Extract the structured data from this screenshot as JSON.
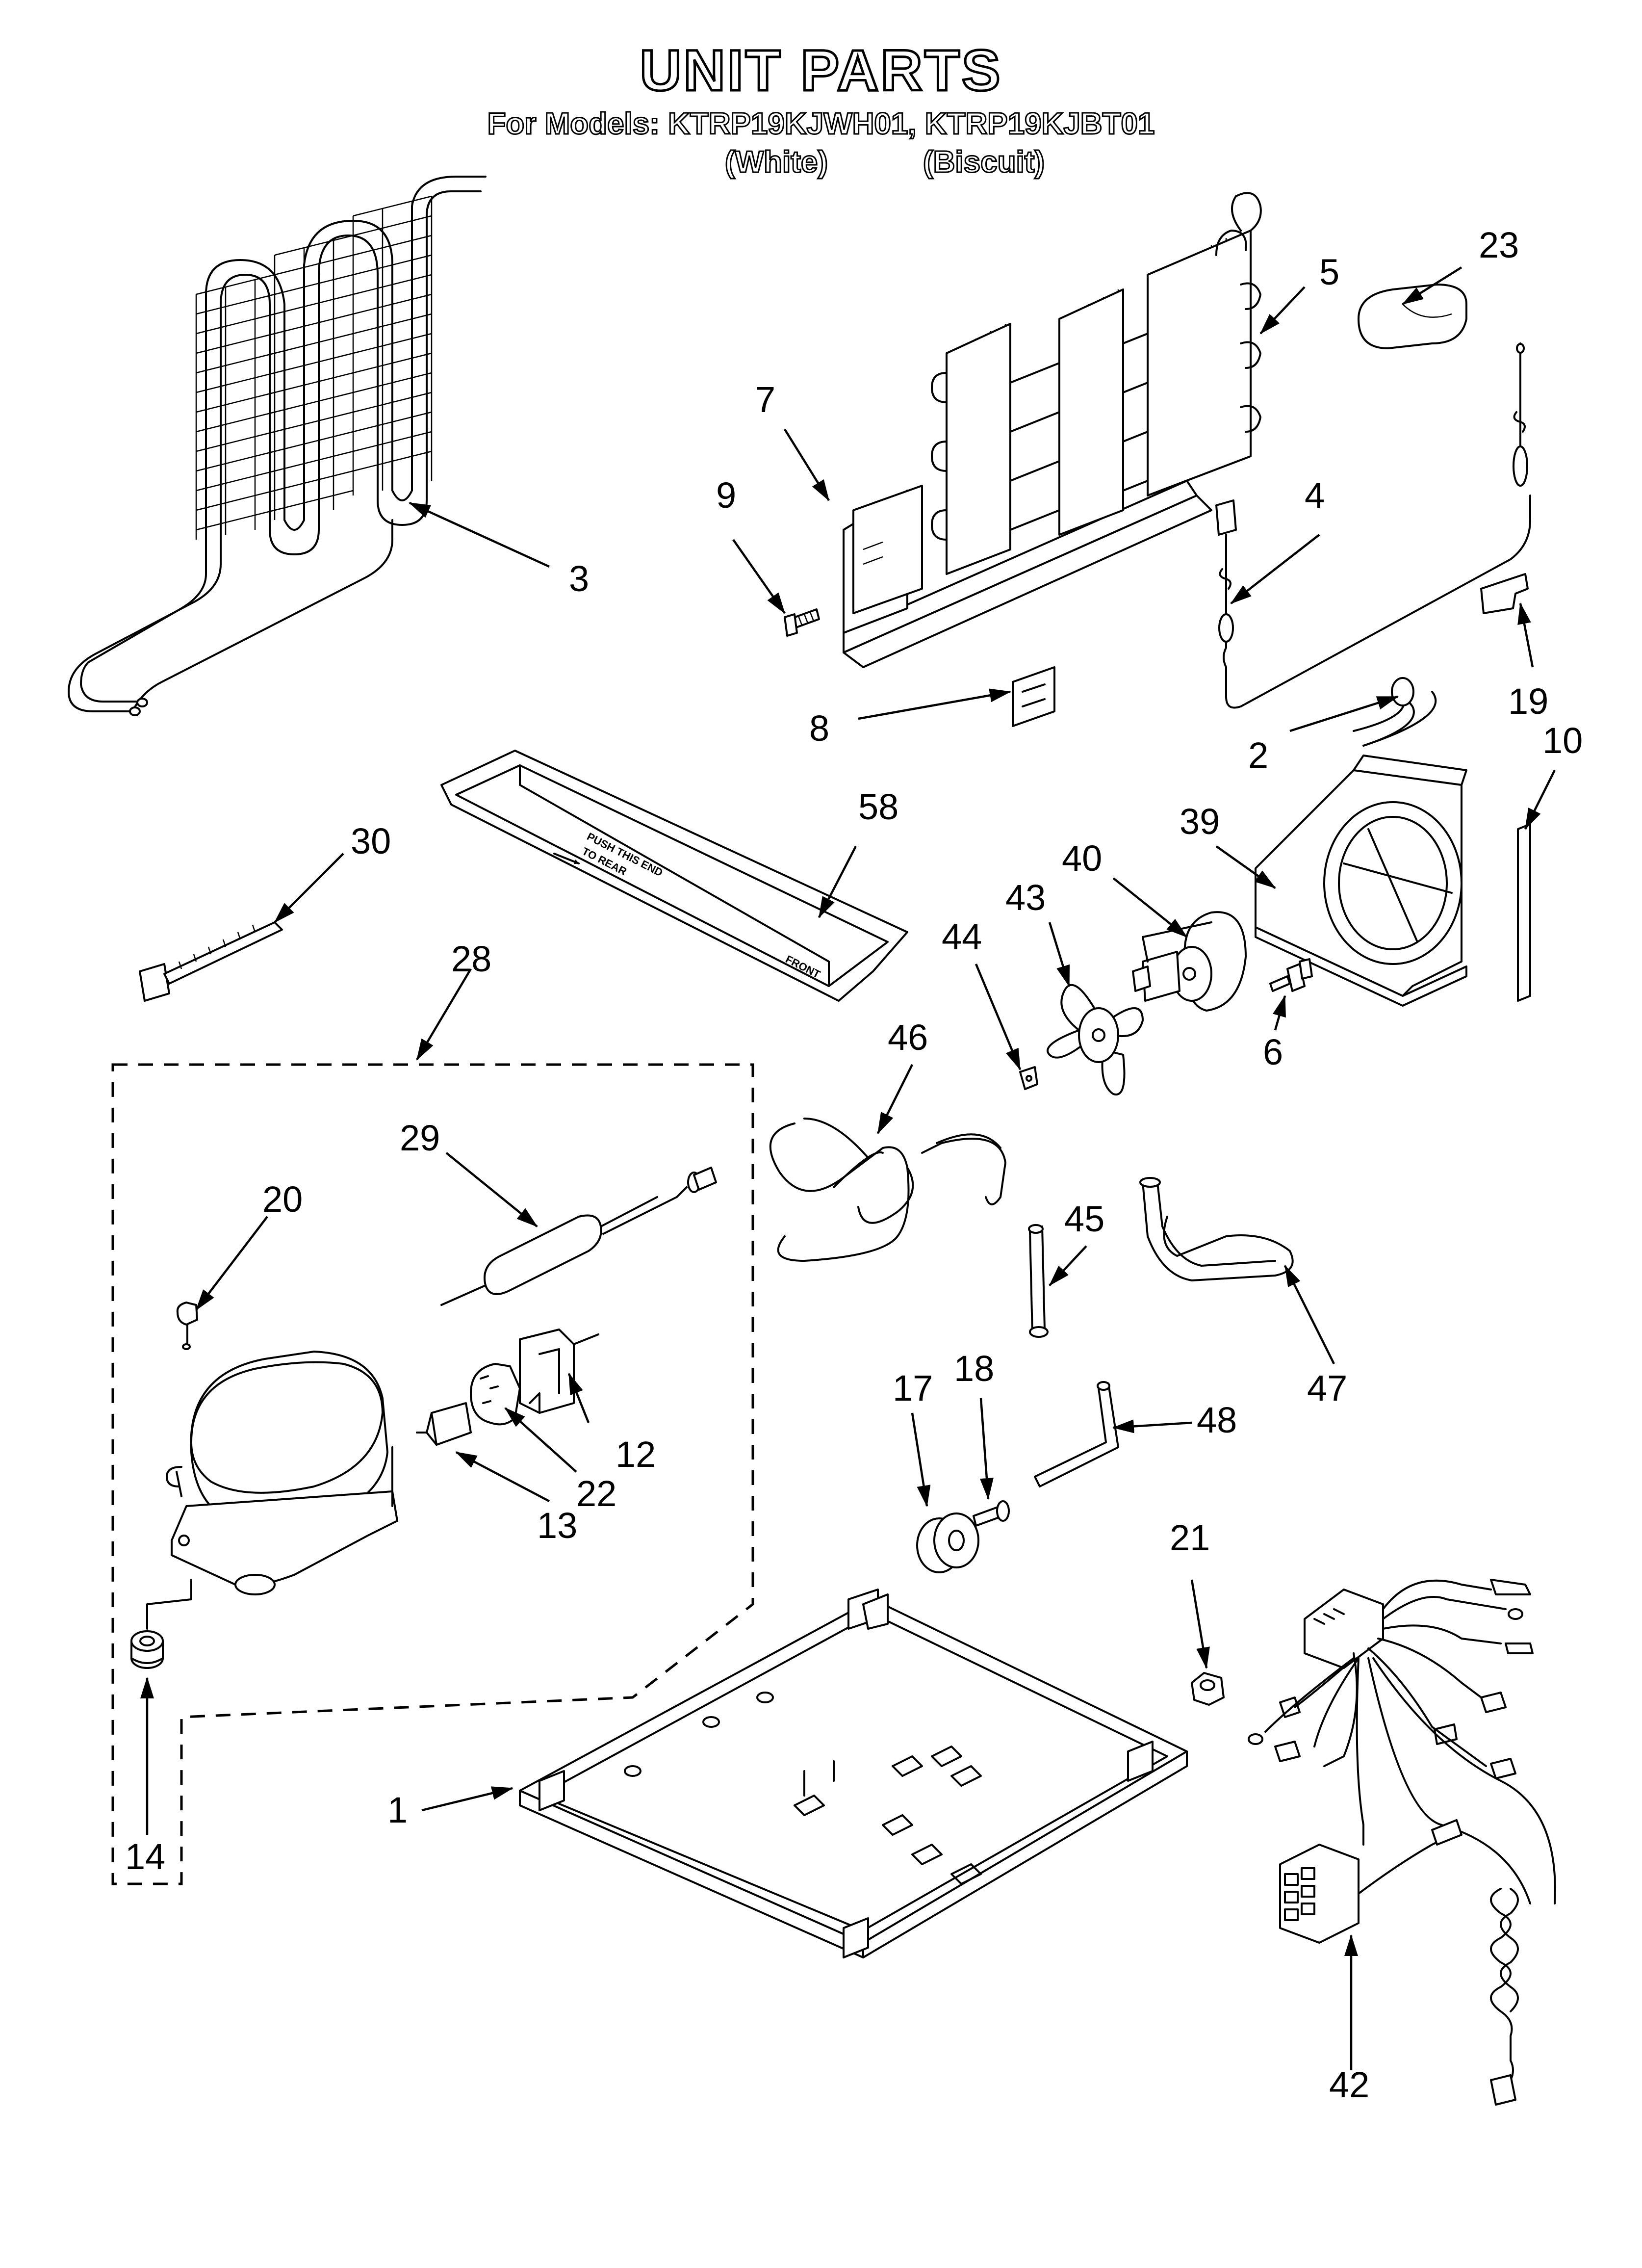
{
  "header": {
    "title": "UNIT PARTS",
    "models_line": "For Models: KTRP19KJWH01, KTRP19KJBT01",
    "variant_white": "(White)",
    "variant_biscuit": "(Biscuit)"
  },
  "callouts": {
    "c1": "1",
    "c2": "2",
    "c3": "3",
    "c4": "4",
    "c5": "5",
    "c6": "6",
    "c7": "7",
    "c8": "8",
    "c9": "9",
    "c10": "10",
    "c12": "12",
    "c13": "13",
    "c14": "14",
    "c17": "17",
    "c18": "18",
    "c19": "19",
    "c20": "20",
    "c21": "21",
    "c22": "22",
    "c23": "23",
    "c28": "28",
    "c29": "29",
    "c30": "30",
    "c39": "39",
    "c40": "40",
    "c42": "42",
    "c43": "43",
    "c44": "44",
    "c45": "45",
    "c46": "46",
    "c47": "47",
    "c48": "48",
    "c58": "58"
  },
  "tray_text": {
    "line1": "PUSH THIS END",
    "line2": "TO REAR",
    "front": "FRONT"
  }
}
